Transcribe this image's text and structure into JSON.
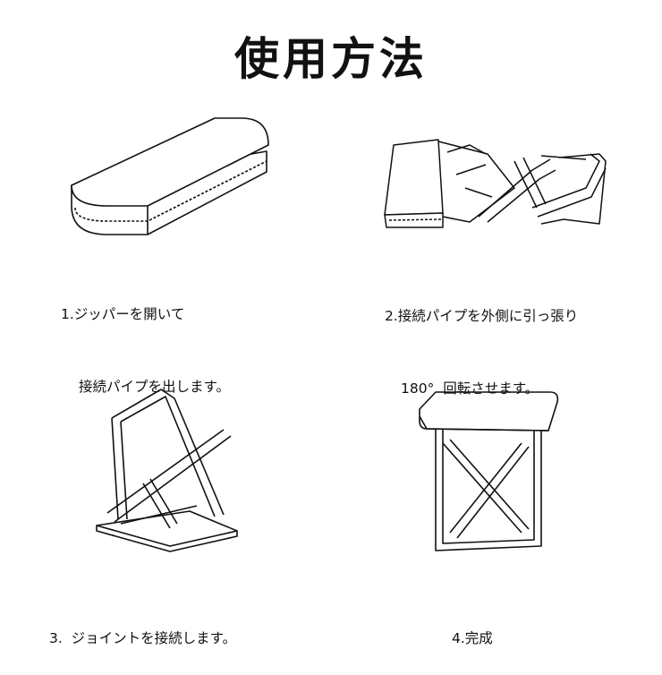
{
  "title": "使用方法",
  "steps": [
    {
      "line1": "1.ジッパーを開いて",
      "line2": "接続パイプを出します。"
    },
    {
      "line1": "2.接続パイプを外側に引っ張り",
      "line2": "180°  回転させます。"
    },
    {
      "line1": "3.  ジョイントを接続します。"
    },
    {
      "line1": "4.完成"
    }
  ]
}
